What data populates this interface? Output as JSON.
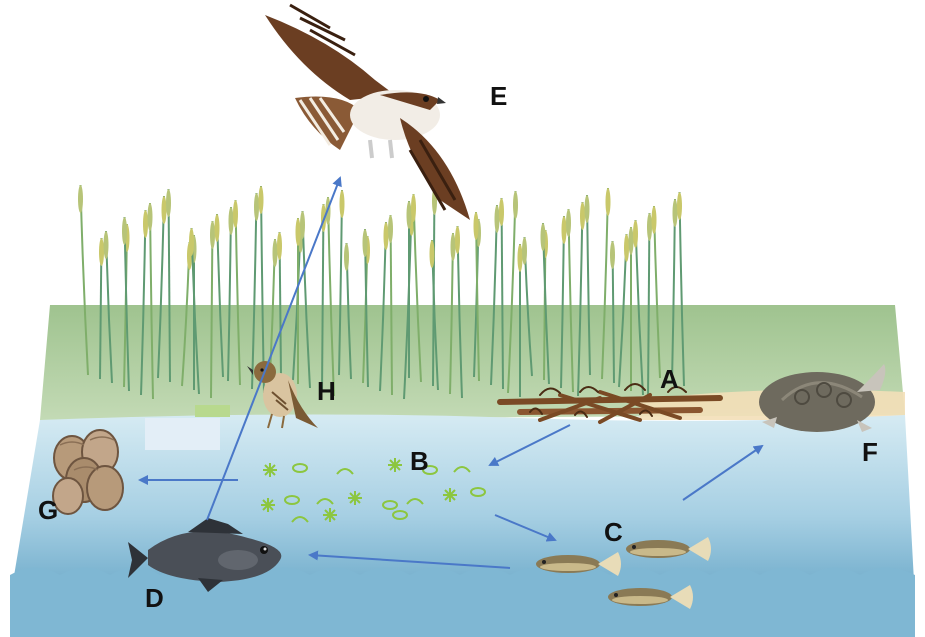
{
  "labels": {
    "A": "A",
    "B": "B",
    "C": "C",
    "D": "D",
    "E": "E",
    "F": "F",
    "G": "G",
    "H": "H"
  },
  "colors": {
    "marsh": "#a9c89a",
    "shore": "#bfd6b0",
    "water_top": "#cfe6f0",
    "water_deep": "#6aa8c8",
    "arrow": "#4a78c8",
    "plankton": "#8cc63f"
  },
  "icons": {
    "A": "detritus-icon",
    "B": "plankton-icon",
    "C": "killifish-icon",
    "D": "black-sea-bass-icon",
    "E": "osprey-icon",
    "F": "terrapin-icon",
    "G": "oyster-icon",
    "H": "sparrow-icon"
  }
}
